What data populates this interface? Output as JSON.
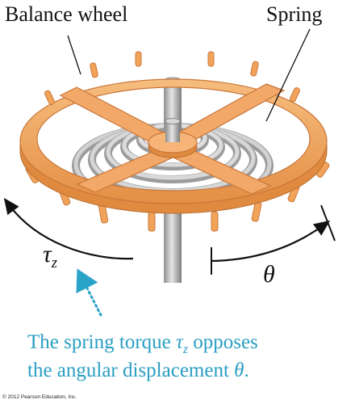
{
  "labels": {
    "balance_wheel": "Balance wheel",
    "spring": "Spring",
    "tau": "τ",
    "tau_sub": "z",
    "theta": "θ"
  },
  "caption": {
    "line1_before": "The spring torque ",
    "tau": "τ",
    "tau_sub": "z",
    "line1_after": " opposes",
    "line2_before": "the angular displacement ",
    "theta": "θ",
    "line2_after": "."
  },
  "copyright": "© 2012 Pearson Education, Inc.",
  "colors": {
    "wheel": "#f0a55a",
    "wheel_dark": "#d9823a",
    "spring": "#a9a9a9",
    "spindle": "#b8b8b8",
    "caption": "#2a9ec3",
    "dotted_arrow": "#2aa3c8"
  }
}
